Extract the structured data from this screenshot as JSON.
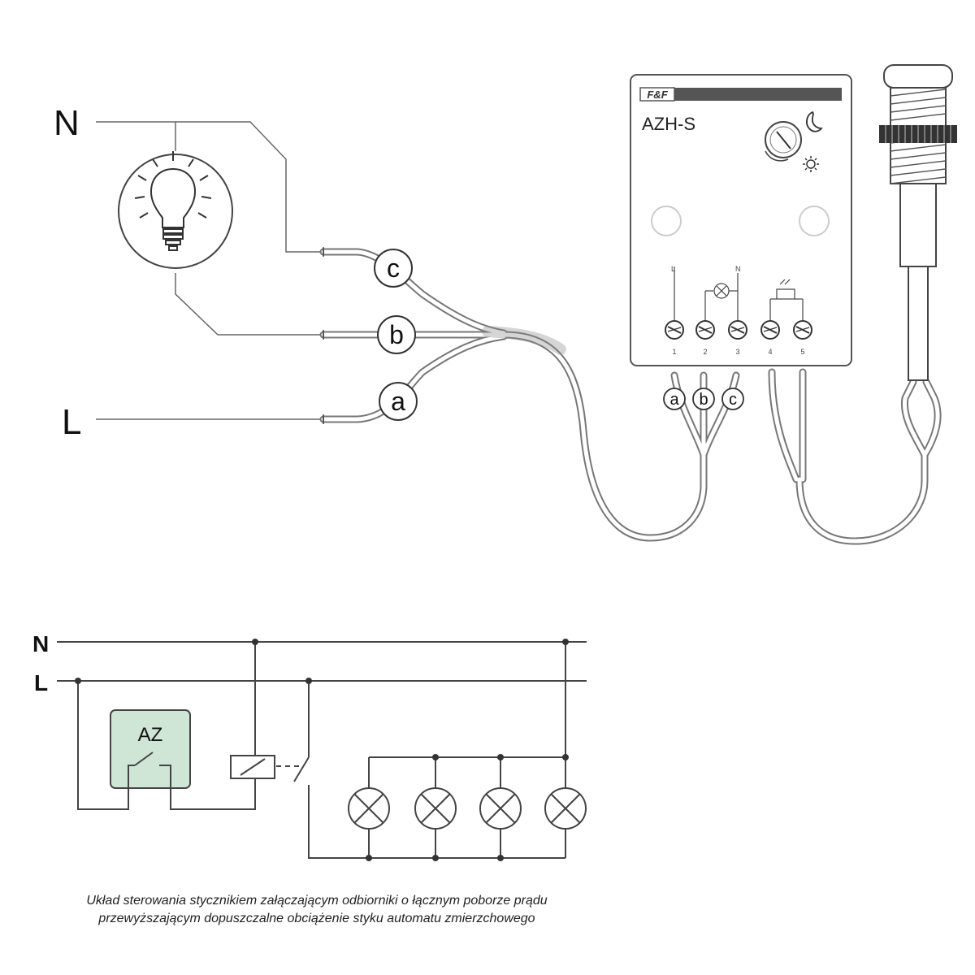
{
  "top": {
    "labels": {
      "n": "N",
      "l": "L"
    },
    "wire_tags": {
      "a": "a",
      "b": "b",
      "c": "c"
    },
    "device": {
      "brand": "F&F",
      "model": "AZH-S",
      "terminal_l": "L",
      "terminal_n": "N",
      "terminals": [
        "1",
        "2",
        "3",
        "4",
        "5"
      ],
      "wire_tags": [
        "a",
        "b",
        "c"
      ]
    }
  },
  "schematic": {
    "rail_n": "N",
    "rail_l": "L",
    "az_label": "AZ",
    "box_color": "#cfe5d6"
  },
  "caption": {
    "line1": "Układ sterowania stycznikiem załączającym odbiorniki o łącznym poborze prądu",
    "line2": "przewyższającym dopuszczalne obciążenie styku automatu zmierzchowego"
  }
}
